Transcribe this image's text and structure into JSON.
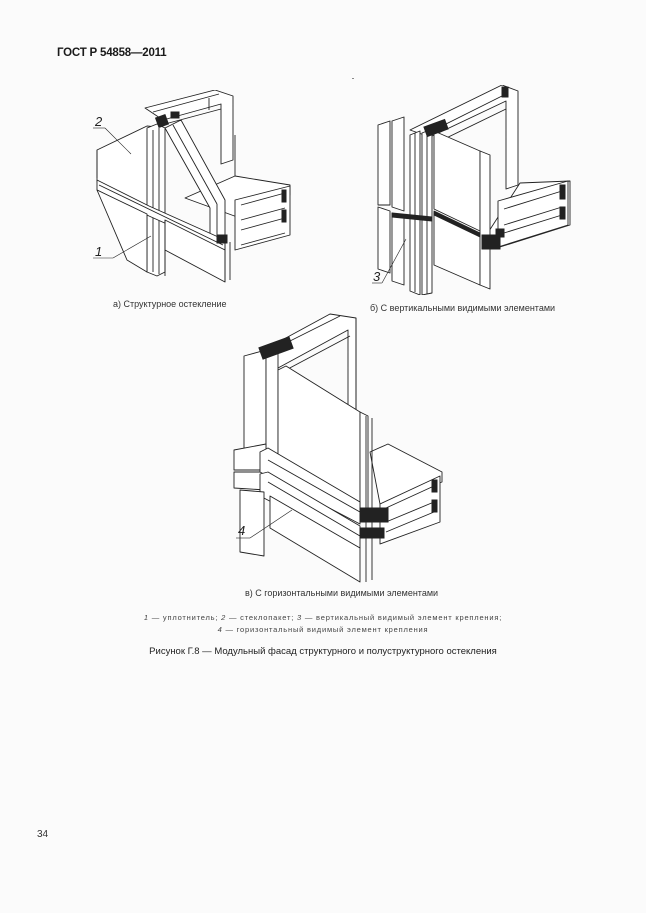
{
  "header": {
    "standard": "ГОСТ Р 54858—2011"
  },
  "figures": [
    {
      "id": "a",
      "caption": "а) Структурное остекление",
      "callouts": [
        {
          "number": "2",
          "target": "стеклопакет"
        },
        {
          "number": "1",
          "target": "уплотнитель"
        }
      ]
    },
    {
      "id": "b",
      "caption": "б) С вертикальными видимыми элементами",
      "callouts": [
        {
          "number": "3",
          "target": "вертикальный видимый элемент крепления"
        }
      ]
    },
    {
      "id": "v",
      "caption": "в) С горизонтальными видимыми элементами",
      "callouts": [
        {
          "number": "4",
          "target": "горизонтальный видимый элемент крепления"
        }
      ]
    }
  ],
  "legend": {
    "line1": [
      {
        "num": "1",
        "text": "— уплотнитель;"
      },
      {
        "num": "2",
        "text": "— стеклопакет;"
      },
      {
        "num": "3",
        "text": "— вертикальный видимый элемент крепления;"
      }
    ],
    "line2": [
      {
        "num": "4",
        "text": "— горизонтальный видимый элемент крепления"
      }
    ]
  },
  "figure_title": "Рисунок Г.8 — Модульный фасад структурного и полуструктурного остекления",
  "page_number": "34"
}
